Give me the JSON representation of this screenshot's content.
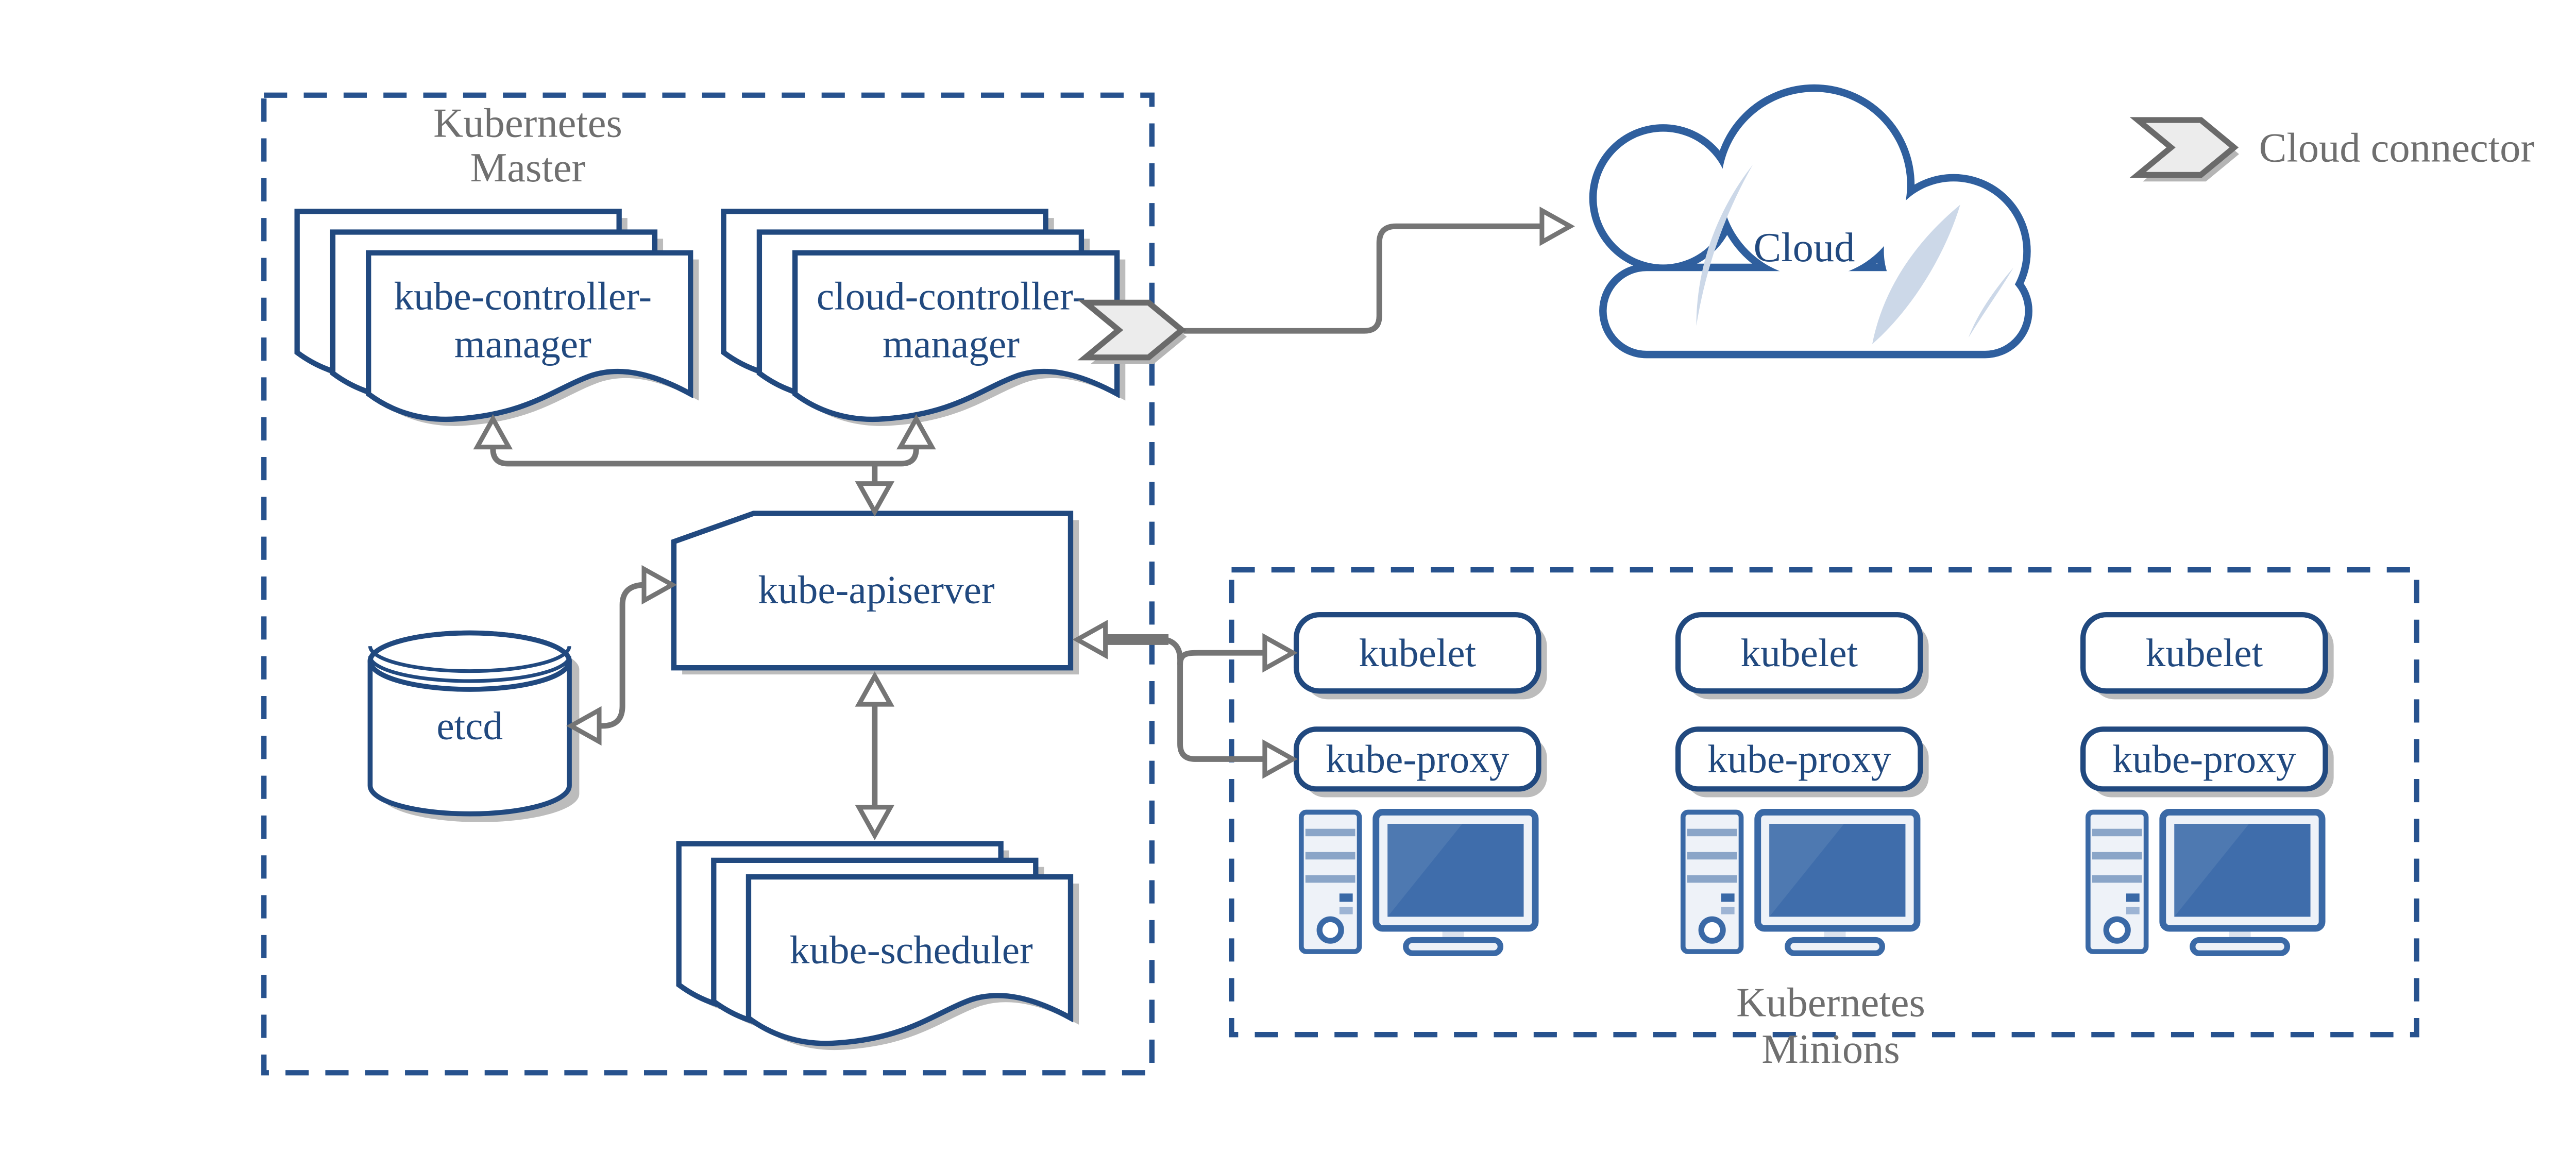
{
  "diagram": {
    "master": {
      "label_line1": "Kubernetes",
      "label_line2": "Master"
    },
    "minions": {
      "label_line1": "Kubernetes",
      "label_line2": "Minions"
    },
    "legend": {
      "label": "Cloud connector"
    },
    "nodes": {
      "kube_controller_manager": {
        "line1": "kube-controller-",
        "line2": "manager"
      },
      "cloud_controller_manager": {
        "line1": "cloud-controller-",
        "line2": "manager"
      },
      "kube_apiserver": {
        "label": "kube-apiserver"
      },
      "etcd": {
        "label": "etcd"
      },
      "kube_scheduler": {
        "label": "kube-scheduler"
      },
      "cloud": {
        "label": "Cloud"
      },
      "kubelet": {
        "label": "kubelet"
      },
      "kube_proxy": {
        "label": "kube-proxy"
      }
    },
    "colors": {
      "node_border_navy": "#21497f",
      "node_text_navy": "#21497f",
      "computer_steel_blue": "#3a69a6",
      "screen_blue": "#3f6dab",
      "screen_highlight": "#4e79b1",
      "cloud_outline": "#2f5f9e",
      "cloud_accent": "#ccd8e8",
      "panel_fill": "#eef2f8",
      "connector_gray": "#757575",
      "section_text_gray": "#6f6f6f",
      "dashed_border_blue": "#27528e",
      "chevron_fill": "#ececec",
      "shadow_gray": "#bcbcbc"
    }
  }
}
